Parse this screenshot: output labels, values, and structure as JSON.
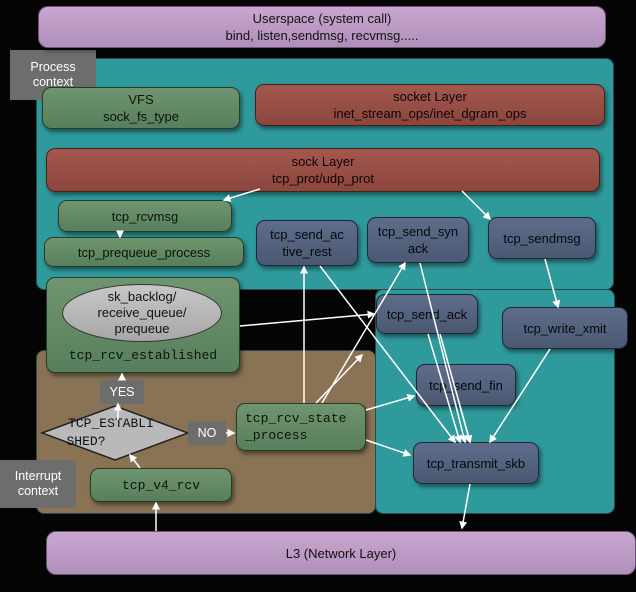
{
  "userspace": {
    "line1": "Userspace (system call)",
    "line2": "bind, listen,sendmsg, recvmsg....."
  },
  "process_context": {
    "line1": "Process",
    "line2": "context"
  },
  "interrupt_context": {
    "line1": "Interrupt",
    "line2": "context"
  },
  "vfs": {
    "line1": "VFS",
    "line2": "sock_fs_type"
  },
  "socket_layer": {
    "line1": "socket Layer",
    "line2": "inet_stream_ops/inet_dgram_ops"
  },
  "sock_layer": {
    "line1": "sock Layer",
    "line2": "tcp_prot/udp_prot"
  },
  "tcp_rcvmsg": "tcp_rcvmsg",
  "tcp_prequeue_process": "tcp_prequeue_process",
  "tcp_send_active_rest": {
    "line1": "tcp_send_ac",
    "line2": "tive_rest"
  },
  "tcp_send_synack": {
    "line1": "tcp_send_syn",
    "line2": "ack"
  },
  "tcp_sendmsg": "tcp_sendmsg",
  "sk_backlog": {
    "line1": "sk_backlog/",
    "line2": "receive_queue/",
    "line3": "prequeue"
  },
  "tcp_rcv_established": "tcp_rcv_established",
  "tcp_send_ack": "tcp_send_ack",
  "tcp_write_xmit": "tcp_write_xmit",
  "yes_label": "YES",
  "decision": {
    "line1": "TCP_ESTABLI",
    "line2": "SHED?"
  },
  "no_label": "NO",
  "tcp_rcv_state_process": {
    "line1": "tcp_rcv_state",
    "line2": "_process"
  },
  "tcp_send_fin": "tcp_send_fin",
  "tcp_transmit_skb": "tcp_transmit_skb",
  "tcp_v4_rcv": "tcp_v4_rcv",
  "l3": "L3 (Network Layer)",
  "colors": {
    "purple": "#b898c2",
    "teal": "#2f9a9c",
    "brown": "#8a7355",
    "green": "#64896a",
    "red": "#95503f",
    "blue": "#55627d",
    "gray": "#6d6d6d"
  }
}
